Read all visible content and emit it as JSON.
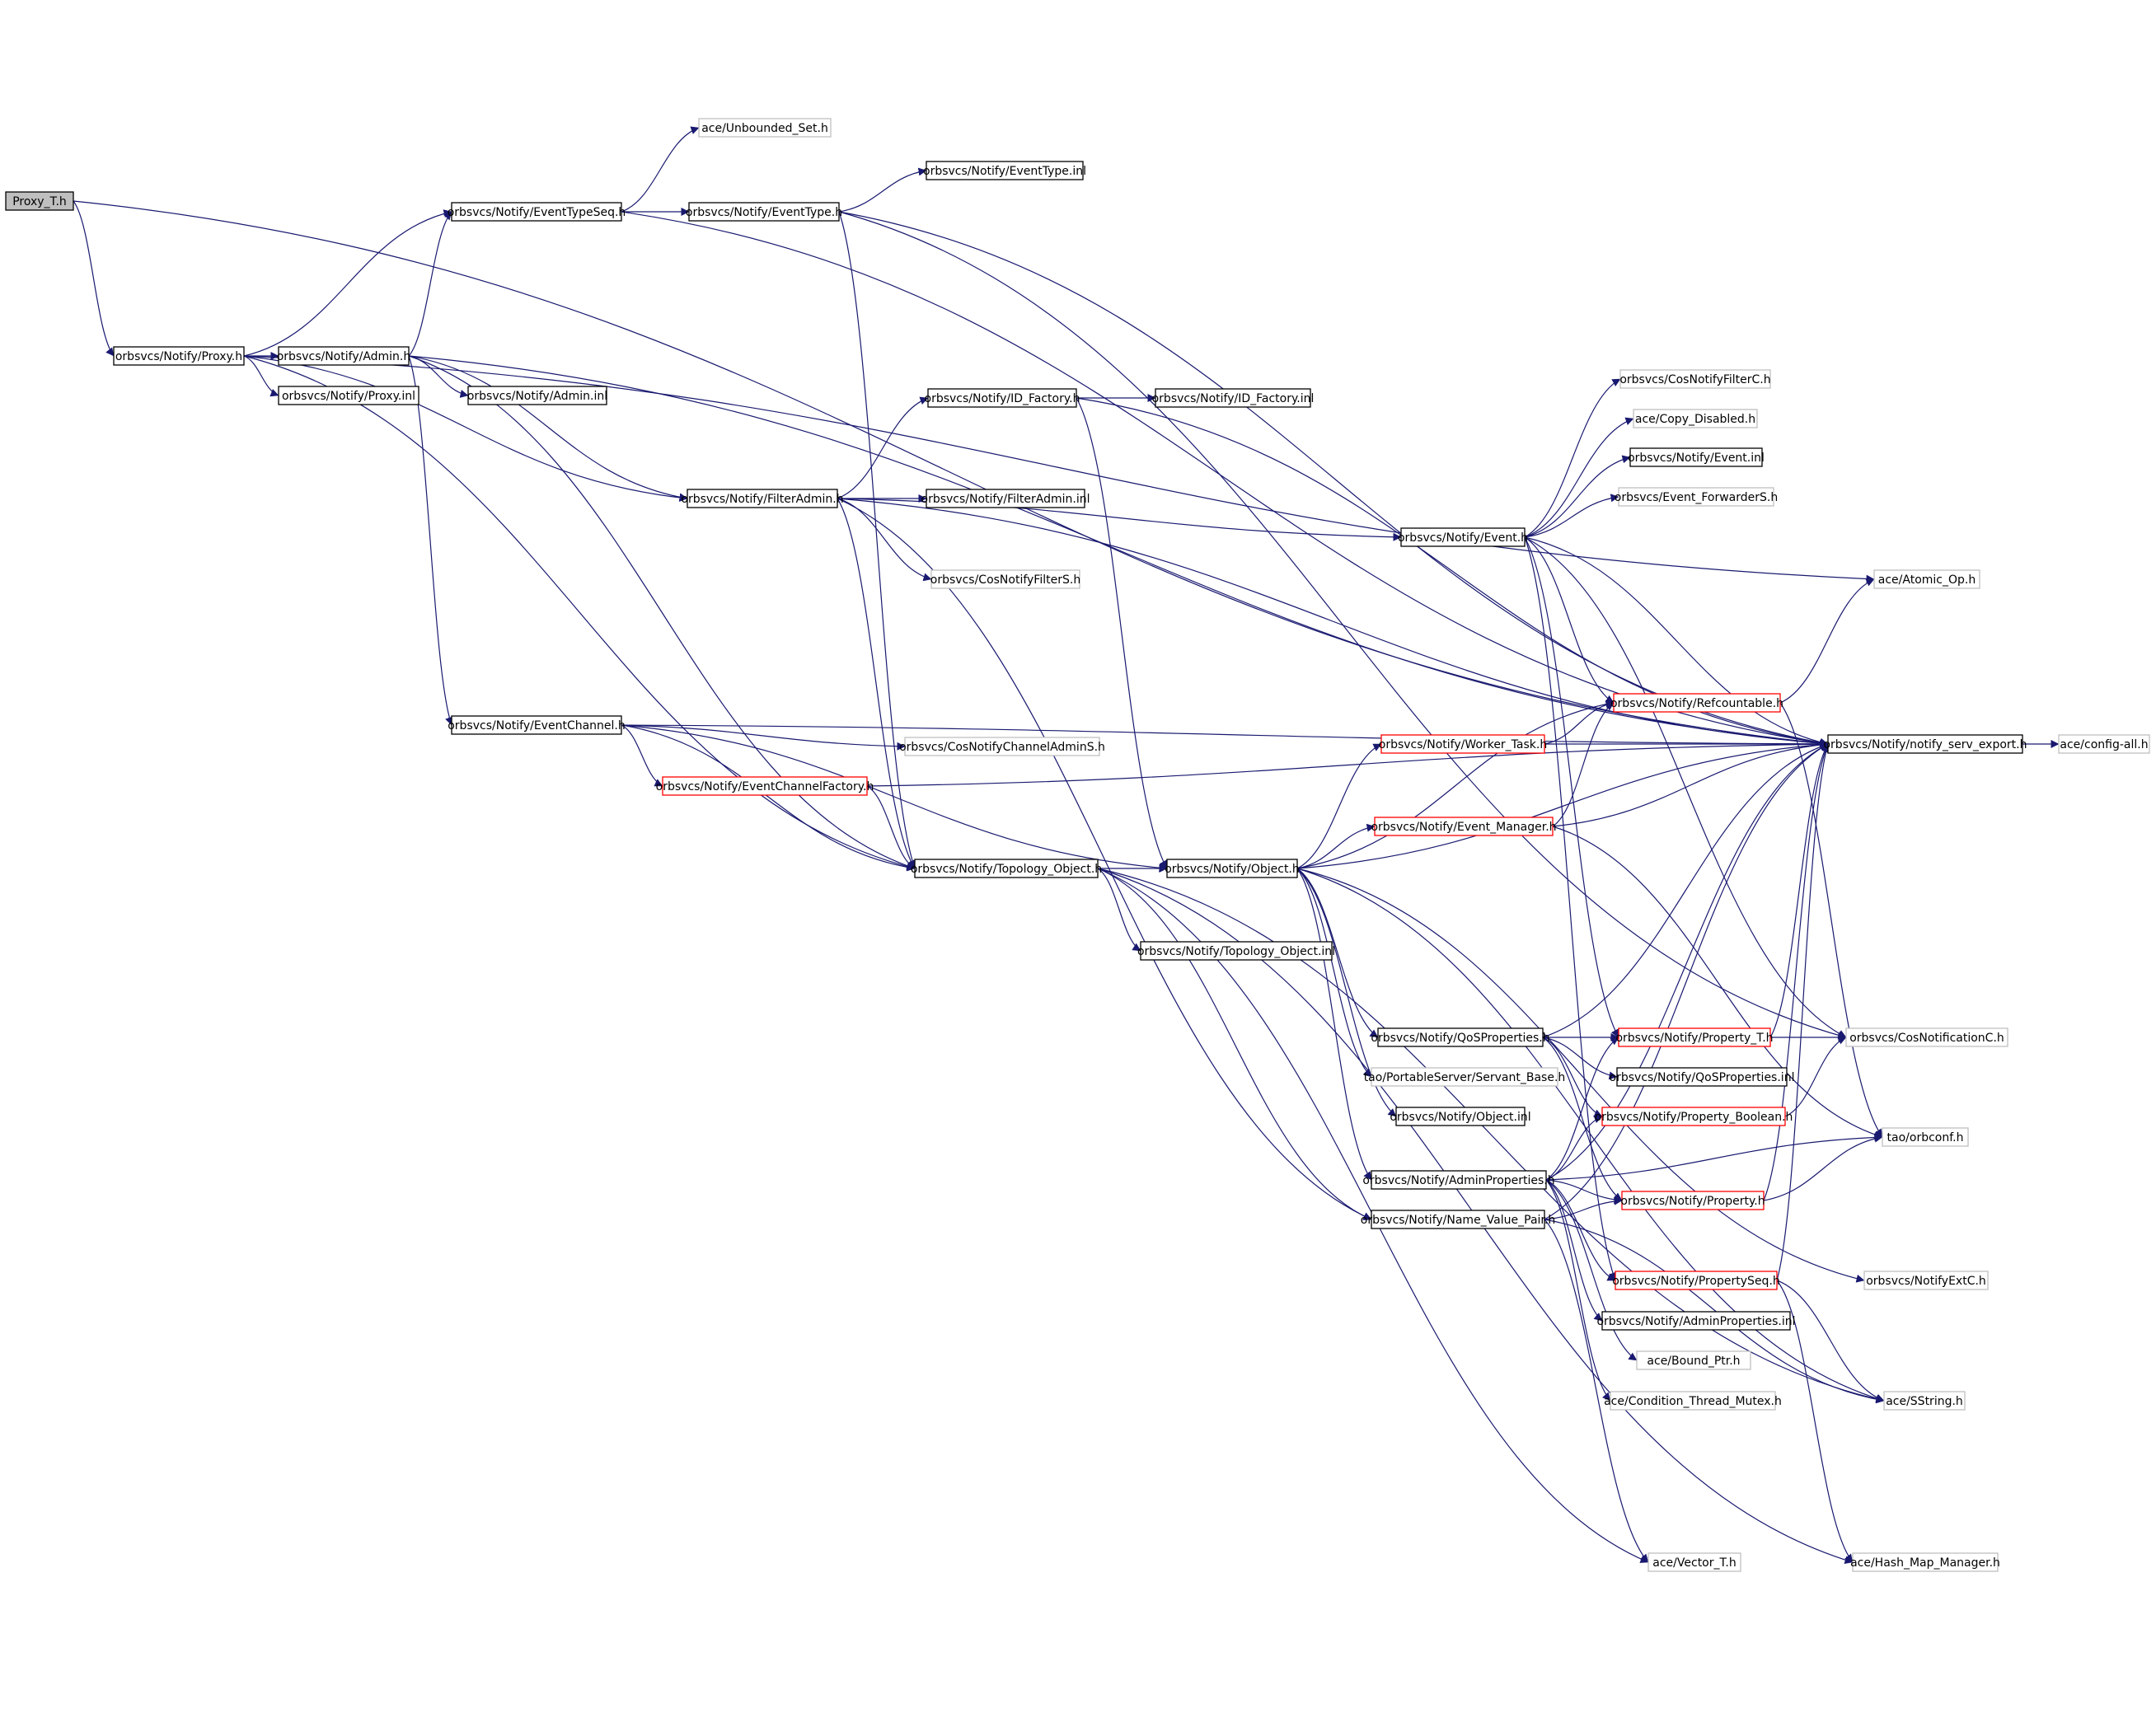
{
  "colors": {
    "edge": "#191970",
    "border_default": "#000000",
    "border_external": "#bfbfbf",
    "border_incomplete": "#ff0000",
    "root_fill": "#bfbfbf",
    "node_fill": "#ffffff"
  },
  "nodes": {
    "proxy_t": {
      "label": "Proxy_T.h",
      "kind": "root"
    },
    "proxy_h": {
      "label": "orbsvcs/Notify/Proxy.h",
      "kind": "default"
    },
    "proxy_inl": {
      "label": "orbsvcs/Notify/Proxy.inl",
      "kind": "default"
    },
    "admin_h": {
      "label": "orbsvcs/Notify/Admin.h",
      "kind": "default"
    },
    "admin_inl": {
      "label": "orbsvcs/Notify/Admin.inl",
      "kind": "default"
    },
    "eventtypeseq_h": {
      "label": "orbsvcs/Notify/EventTypeSeq.h",
      "kind": "default"
    },
    "unbounded_set": {
      "label": "ace/Unbounded_Set.h",
      "kind": "external"
    },
    "eventtype_h": {
      "label": "orbsvcs/Notify/EventType.h",
      "kind": "default"
    },
    "eventtype_inl": {
      "label": "orbsvcs/Notify/EventType.inl",
      "kind": "default"
    },
    "id_factory_h": {
      "label": "orbsvcs/Notify/ID_Factory.h",
      "kind": "default"
    },
    "id_factory_inl": {
      "label": "orbsvcs/Notify/ID_Factory.inl",
      "kind": "default"
    },
    "filteradmin_h": {
      "label": "orbsvcs/Notify/FilterAdmin.h",
      "kind": "default"
    },
    "filteradmin_inl": {
      "label": "orbsvcs/Notify/FilterAdmin.inl",
      "kind": "default"
    },
    "cosnotifyfilters": {
      "label": "orbsvcs/CosNotifyFilterS.h",
      "kind": "external"
    },
    "cosnotifyfilterc": {
      "label": "orbsvcs/CosNotifyFilterC.h",
      "kind": "external"
    },
    "copy_disabled": {
      "label": "ace/Copy_Disabled.h",
      "kind": "external"
    },
    "event_inl": {
      "label": "orbsvcs/Notify/Event.inl",
      "kind": "default"
    },
    "event_forwarders": {
      "label": "orbsvcs/Event_ForwarderS.h",
      "kind": "external"
    },
    "event_h": {
      "label": "orbsvcs/Notify/Event.h",
      "kind": "default"
    },
    "atomic_op": {
      "label": "ace/Atomic_Op.h",
      "kind": "external"
    },
    "eventchannel_h": {
      "label": "orbsvcs/Notify/EventChannel.h",
      "kind": "default"
    },
    "cosnotifychanneladmins": {
      "label": "orbsvcs/CosNotifyChannelAdminS.h",
      "kind": "external"
    },
    "eventchannelfactory_h": {
      "label": "orbsvcs/Notify/EventChannelFactory.h",
      "kind": "incomplete"
    },
    "refcountable_h": {
      "label": "orbsvcs/Notify/Refcountable.h",
      "kind": "incomplete"
    },
    "worker_task_h": {
      "label": "orbsvcs/Notify/Worker_Task.h",
      "kind": "incomplete"
    },
    "notify_serv_export": {
      "label": "orbsvcs/Notify/notify_serv_export.h",
      "kind": "default"
    },
    "config_all": {
      "label": "ace/config-all.h",
      "kind": "external"
    },
    "event_manager_h": {
      "label": "orbsvcs/Notify/Event_Manager.h",
      "kind": "incomplete"
    },
    "topology_object_h": {
      "label": "orbsvcs/Notify/Topology_Object.h",
      "kind": "default"
    },
    "object_h": {
      "label": "orbsvcs/Notify/Object.h",
      "kind": "default"
    },
    "topology_object_inl": {
      "label": "orbsvcs/Notify/Topology_Object.inl",
      "kind": "default"
    },
    "qosproperties_h": {
      "label": "orbsvcs/Notify/QoSProperties.h",
      "kind": "default"
    },
    "property_t_h": {
      "label": "orbsvcs/Notify/Property_T.h",
      "kind": "incomplete"
    },
    "cosnotificationc": {
      "label": "orbsvcs/CosNotificationC.h",
      "kind": "external"
    },
    "servant_base": {
      "label": "tao/PortableServer/Servant_Base.h",
      "kind": "external"
    },
    "qosproperties_inl": {
      "label": "orbsvcs/Notify/QoSProperties.inl",
      "kind": "default"
    },
    "object_inl": {
      "label": "orbsvcs/Notify/Object.inl",
      "kind": "default"
    },
    "property_boolean_h": {
      "label": "orbsvcs/Notify/Property_Boolean.h",
      "kind": "incomplete"
    },
    "orbconf": {
      "label": "tao/orbconf.h",
      "kind": "external"
    },
    "adminproperties_h": {
      "label": "orbsvcs/Notify/AdminProperties.h",
      "kind": "default"
    },
    "property_h": {
      "label": "orbsvcs/Notify/Property.h",
      "kind": "incomplete"
    },
    "name_value_pair_h": {
      "label": "orbsvcs/Notify/Name_Value_Pair.h",
      "kind": "default"
    },
    "propertyseq_h": {
      "label": "orbsvcs/Notify/PropertySeq.h",
      "kind": "incomplete"
    },
    "notifyextc": {
      "label": "orbsvcs/NotifyExtC.h",
      "kind": "external"
    },
    "adminproperties_inl": {
      "label": "orbsvcs/Notify/AdminProperties.inl",
      "kind": "default"
    },
    "bound_ptr": {
      "label": "ace/Bound_Ptr.h",
      "kind": "external"
    },
    "sstring": {
      "label": "ace/SString.h",
      "kind": "external"
    },
    "condition_thread_mutex": {
      "label": "ace/Condition_Thread_Mutex.h",
      "kind": "external"
    },
    "vector_t": {
      "label": "ace/Vector_T.h",
      "kind": "external"
    },
    "hash_map_manager": {
      "label": "ace/Hash_Map_Manager.h",
      "kind": "external"
    }
  },
  "edges": [
    [
      "proxy_t",
      "proxy_h"
    ],
    [
      "proxy_t",
      "notify_serv_export"
    ],
    [
      "proxy_h",
      "proxy_inl"
    ],
    [
      "proxy_h",
      "admin_h"
    ],
    [
      "proxy_h",
      "eventtypeseq_h"
    ],
    [
      "proxy_h",
      "filteradmin_h"
    ],
    [
      "proxy_h",
      "topology_object_h"
    ],
    [
      "proxy_h",
      "atomic_op"
    ],
    [
      "admin_h",
      "admin_inl"
    ],
    [
      "admin_h",
      "eventtypeseq_h"
    ],
    [
      "admin_h",
      "filteradmin_h"
    ],
    [
      "admin_h",
      "eventchannel_h"
    ],
    [
      "admin_h",
      "topology_object_h"
    ],
    [
      "admin_h",
      "notify_serv_export"
    ],
    [
      "eventtypeseq_h",
      "unbounded_set"
    ],
    [
      "eventtypeseq_h",
      "eventtype_h"
    ],
    [
      "eventtypeseq_h",
      "notify_serv_export"
    ],
    [
      "eventtype_h",
      "eventtype_inl"
    ],
    [
      "eventtype_h",
      "notify_serv_export"
    ],
    [
      "eventtype_h",
      "topology_object_h"
    ],
    [
      "eventtype_h",
      "cosnotificationc"
    ],
    [
      "filteradmin_h",
      "id_factory_h"
    ],
    [
      "filteradmin_h",
      "filteradmin_inl"
    ],
    [
      "filteradmin_h",
      "cosnotifyfilters"
    ],
    [
      "filteradmin_h",
      "event_h"
    ],
    [
      "filteradmin_h",
      "topology_object_h"
    ],
    [
      "filteradmin_h",
      "notify_serv_export"
    ],
    [
      "filteradmin_h",
      "name_value_pair_h"
    ],
    [
      "id_factory_h",
      "id_factory_inl"
    ],
    [
      "id_factory_h",
      "object_h"
    ],
    [
      "id_factory_h",
      "notify_serv_export"
    ],
    [
      "event_h",
      "cosnotifyfilterc"
    ],
    [
      "event_h",
      "copy_disabled"
    ],
    [
      "event_h",
      "event_inl"
    ],
    [
      "event_h",
      "event_forwarders"
    ],
    [
      "event_h",
      "refcountable_h"
    ],
    [
      "event_h",
      "notify_serv_export"
    ],
    [
      "event_h",
      "property_t_h"
    ],
    [
      "event_h",
      "cosnotificationc"
    ],
    [
      "event_h",
      "propertyseq_h"
    ],
    [
      "eventchannel_h",
      "cosnotifychanneladmins"
    ],
    [
      "eventchannel_h",
      "eventchannelfactory_h"
    ],
    [
      "eventchannel_h",
      "topology_object_h"
    ],
    [
      "eventchannel_h",
      "object_h"
    ],
    [
      "eventchannel_h",
      "notify_serv_export"
    ],
    [
      "eventchannelfactory_h",
      "topology_object_h"
    ],
    [
      "eventchannelfactory_h",
      "notify_serv_export"
    ],
    [
      "refcountable_h",
      "atomic_op"
    ],
    [
      "refcountable_h",
      "orbconf"
    ],
    [
      "worker_task_h",
      "refcountable_h"
    ],
    [
      "worker_task_h",
      "notify_serv_export"
    ],
    [
      "notify_serv_export",
      "config_all"
    ],
    [
      "event_manager_h",
      "refcountable_h"
    ],
    [
      "event_manager_h",
      "notify_serv_export"
    ],
    [
      "event_manager_h",
      "orbconf"
    ],
    [
      "topology_object_h",
      "object_h"
    ],
    [
      "topology_object_h",
      "topology_object_inl"
    ],
    [
      "topology_object_h",
      "name_value_pair_h"
    ],
    [
      "topology_object_h",
      "vector_t"
    ],
    [
      "topology_object_h",
      "sstring"
    ],
    [
      "topology_object_h",
      "hash_map_manager"
    ],
    [
      "object_h",
      "worker_task_h"
    ],
    [
      "object_h",
      "event_manager_h"
    ],
    [
      "object_h",
      "refcountable_h"
    ],
    [
      "object_h",
      "notify_serv_export"
    ],
    [
      "object_h",
      "qosproperties_h"
    ],
    [
      "object_h",
      "servant_base"
    ],
    [
      "object_h",
      "object_inl"
    ],
    [
      "object_h",
      "adminproperties_h"
    ],
    [
      "object_h",
      "notifyextc"
    ],
    [
      "object_h",
      "sstring"
    ],
    [
      "qosproperties_h",
      "property_t_h"
    ],
    [
      "qosproperties_h",
      "qosproperties_inl"
    ],
    [
      "qosproperties_h",
      "property_boolean_h"
    ],
    [
      "qosproperties_h",
      "property_h"
    ],
    [
      "qosproperties_h",
      "notify_serv_export"
    ],
    [
      "property_t_h",
      "cosnotificationc"
    ],
    [
      "property_t_h",
      "notify_serv_export"
    ],
    [
      "property_boolean_h",
      "cosnotificationc"
    ],
    [
      "adminproperties_h",
      "property_t_h"
    ],
    [
      "adminproperties_h",
      "property_boolean_h"
    ],
    [
      "adminproperties_h",
      "property_h"
    ],
    [
      "adminproperties_h",
      "propertyseq_h"
    ],
    [
      "adminproperties_h",
      "adminproperties_inl"
    ],
    [
      "adminproperties_h",
      "bound_ptr"
    ],
    [
      "adminproperties_h",
      "condition_thread_mutex"
    ],
    [
      "adminproperties_h",
      "orbconf"
    ],
    [
      "adminproperties_h",
      "notify_serv_export"
    ],
    [
      "property_h",
      "orbconf"
    ],
    [
      "property_h",
      "notify_serv_export"
    ],
    [
      "name_value_pair_h",
      "property_h"
    ],
    [
      "name_value_pair_h",
      "notify_serv_export"
    ],
    [
      "name_value_pair_h",
      "vector_t"
    ],
    [
      "name_value_pair_h",
      "sstring"
    ],
    [
      "propertyseq_h",
      "hash_map_manager"
    ],
    [
      "propertyseq_h",
      "sstring"
    ],
    [
      "propertyseq_h",
      "notify_serv_export"
    ]
  ]
}
